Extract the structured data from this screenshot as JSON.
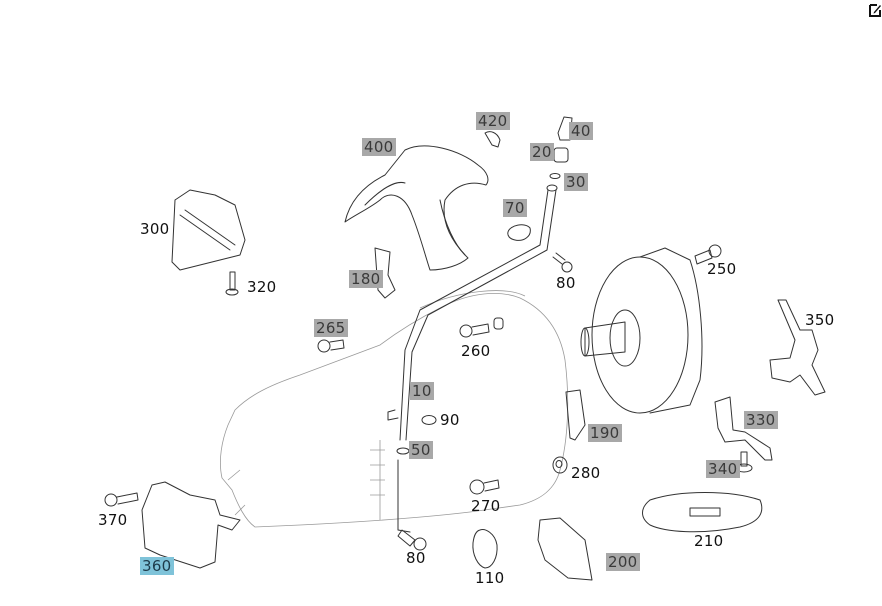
{
  "diagram": {
    "title": "Automatic transmission exploded parts diagram",
    "colors": {
      "label_highlight_bg": "#a8a8a8",
      "label_selected_bg": "#7fc3d9",
      "line": "#333333",
      "background": "#ffffff"
    },
    "corner_icon": "edit-icon",
    "labels": [
      {
        "id": "400",
        "text": "400",
        "style": "highlighted"
      },
      {
        "id": "420",
        "text": "420",
        "style": "highlighted"
      },
      {
        "id": "40",
        "text": "40",
        "style": "highlighted"
      },
      {
        "id": "20",
        "text": "20",
        "style": "highlighted"
      },
      {
        "id": "30",
        "text": "30",
        "style": "highlighted"
      },
      {
        "id": "70",
        "text": "70",
        "style": "highlighted"
      },
      {
        "id": "300",
        "text": "300",
        "style": "plain"
      },
      {
        "id": "320",
        "text": "320",
        "style": "plain"
      },
      {
        "id": "180",
        "text": "180",
        "style": "highlighted"
      },
      {
        "id": "80a",
        "text": "80",
        "style": "plain"
      },
      {
        "id": "250",
        "text": "250",
        "style": "plain"
      },
      {
        "id": "350",
        "text": "350",
        "style": "plain"
      },
      {
        "id": "265",
        "text": "265",
        "style": "highlighted"
      },
      {
        "id": "260",
        "text": "260",
        "style": "plain"
      },
      {
        "id": "10",
        "text": "10",
        "style": "highlighted"
      },
      {
        "id": "90",
        "text": "90",
        "style": "plain"
      },
      {
        "id": "190",
        "text": "190",
        "style": "highlighted"
      },
      {
        "id": "330",
        "text": "330",
        "style": "highlighted"
      },
      {
        "id": "50",
        "text": "50",
        "style": "highlighted"
      },
      {
        "id": "280",
        "text": "280",
        "style": "plain"
      },
      {
        "id": "340",
        "text": "340",
        "style": "highlighted"
      },
      {
        "id": "270",
        "text": "270",
        "style": "plain"
      },
      {
        "id": "370",
        "text": "370",
        "style": "plain"
      },
      {
        "id": "210",
        "text": "210",
        "style": "plain"
      },
      {
        "id": "80b",
        "text": "80",
        "style": "plain"
      },
      {
        "id": "200",
        "text": "200",
        "style": "highlighted"
      },
      {
        "id": "110",
        "text": "110",
        "style": "plain"
      },
      {
        "id": "360",
        "text": "360",
        "style": "selected"
      }
    ]
  }
}
